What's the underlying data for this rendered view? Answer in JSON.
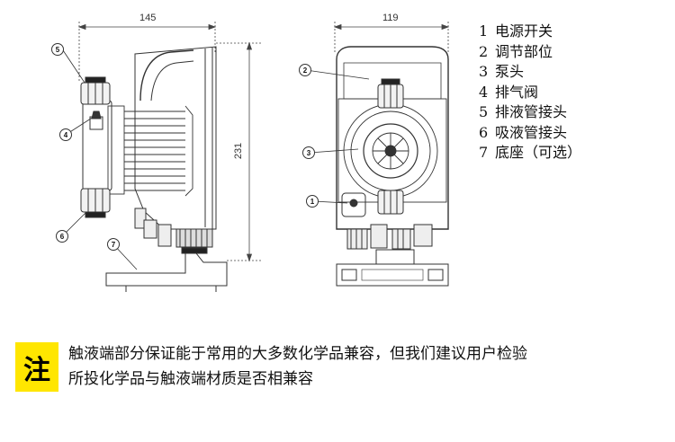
{
  "dimensions": {
    "width_side": "145",
    "width_front": "119",
    "height": "231"
  },
  "callouts": [
    "5",
    "4",
    "6",
    "7",
    "2",
    "3",
    "1"
  ],
  "parts": [
    {
      "num": "1",
      "label": "电源开关"
    },
    {
      "num": "2",
      "label": "调节部位"
    },
    {
      "num": "3",
      "label": "泵头"
    },
    {
      "num": "4",
      "label": "排气阀"
    },
    {
      "num": "5",
      "label": "排液管接头"
    },
    {
      "num": "6",
      "label": "吸液管接头"
    },
    {
      "num": "7",
      "label": "底座（可选）"
    }
  ],
  "note": {
    "badge": "注",
    "line1": "触液端部分保证能于常用的大多数化学品兼容，但我们建议用户检验",
    "line2": "所投化学品与触液端材质是否相兼容"
  },
  "colors": {
    "badge": "#ffe600",
    "line": "#333333"
  }
}
